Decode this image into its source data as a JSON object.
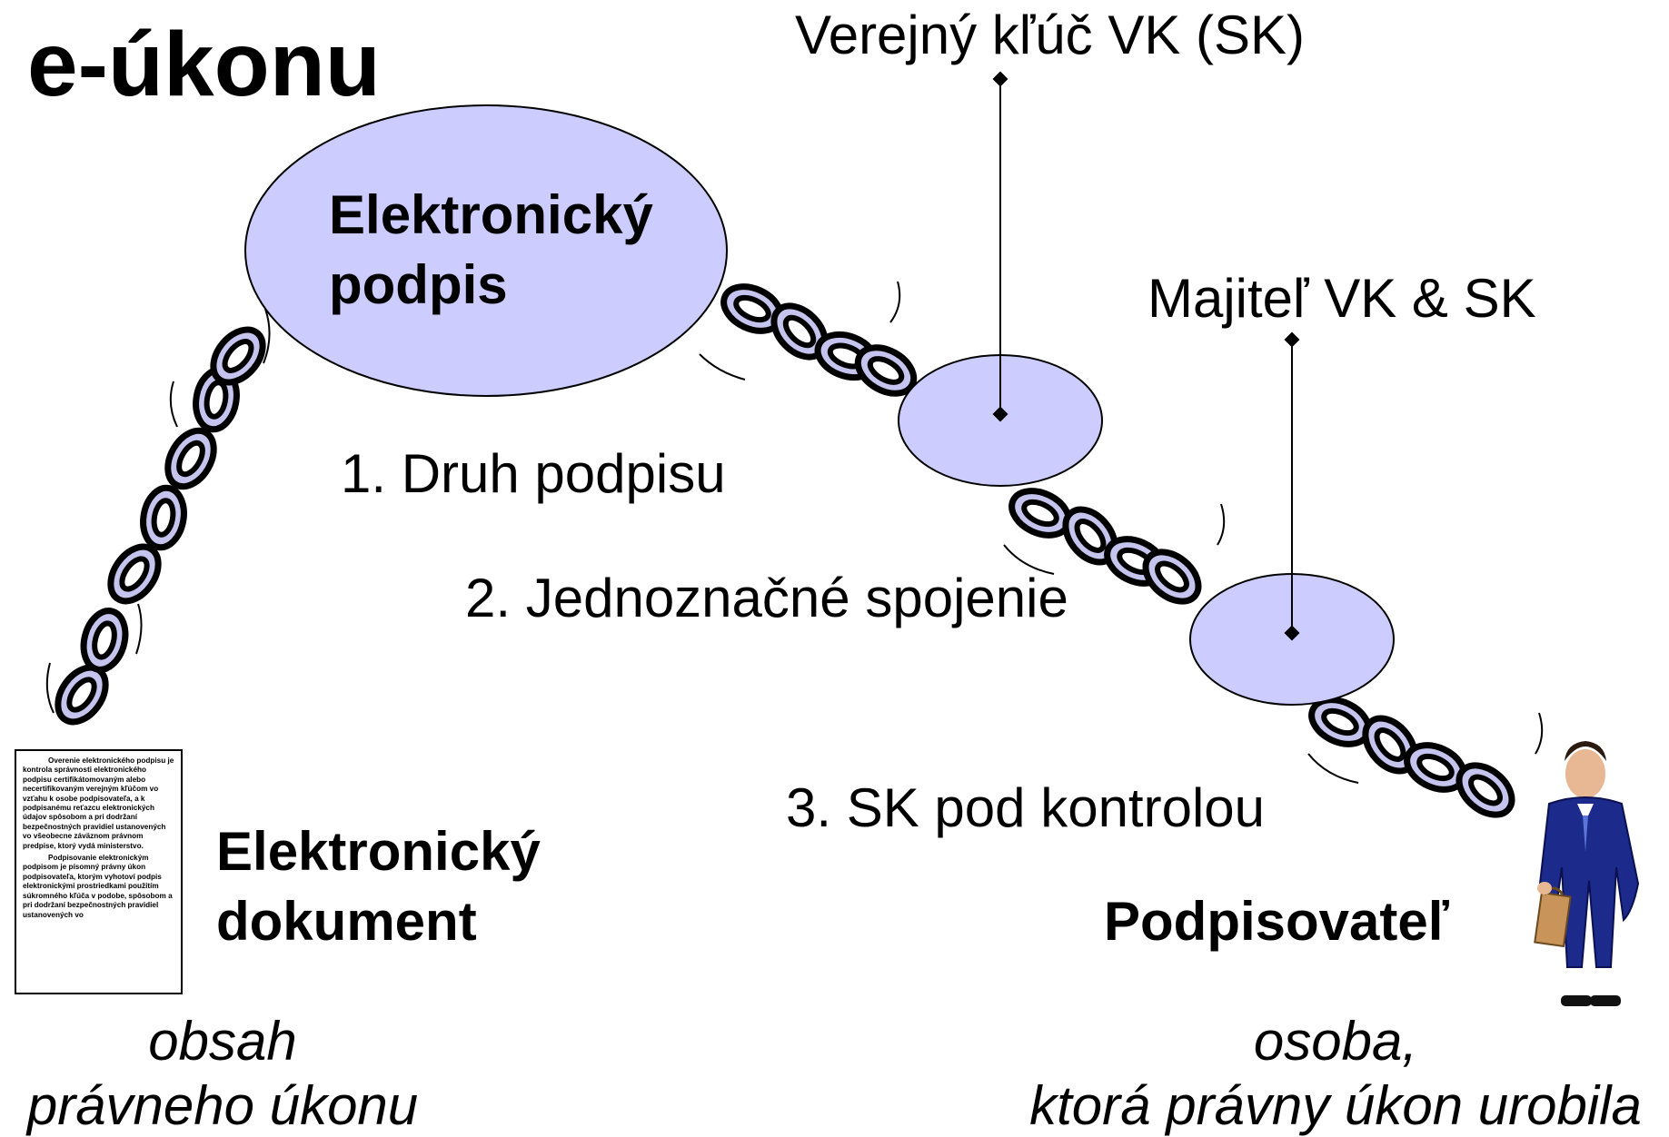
{
  "title": "e-úkonu",
  "labels": {
    "public_key": "Verejný kľúč VK (SK)",
    "owner": "Majiteľ VK & SK",
    "step1": "1. Druh podpisu",
    "step2": "2. Jednoznačné spojenie",
    "step3": "3. SK pod kontrolou"
  },
  "nodes": {
    "signature": {
      "line1": "Elektronický",
      "line2": "podpis"
    },
    "document": {
      "line1": "Elektronický",
      "line2": "dokument"
    },
    "signer": {
      "label": "Podpisovateľ"
    }
  },
  "captions": {
    "document": {
      "line1": "obsah",
      "line2": "právneho úkonu"
    },
    "signer": {
      "line1": "osoba,",
      "line2": "ktorá právny úkon urobila"
    }
  },
  "document_text": {
    "p1": "Overenie elektronického podpisu je kontrola správnosti elektronického podpisu certifikátomovaným alebo necertifikovaným verejným kľúčom vo vzťahu k osobe podpisovateľa, a k podpisanému reťazcu elektronických údajov spôsobom a pri dodržaní bezpečnostných pravidiel ustanovených vo všeobecne záväznom právnom predpise, ktorý vydá ministerstvo.",
    "p2": "Podpisovanie elektronickým podpisom je písomný právny úkon podpisovateľa, ktorým vyhotoví podpis elektronickými prostriedkami použitím súkromného kľúča v podobe, spôsobom a pri dodržaní bezpečnostných pravidiel ustanovených vo"
  },
  "colors": {
    "ellipse_fill": "#ccccff",
    "chain_fill": "#c4c4ee",
    "suit": "#1c2a8c",
    "briefcase": "#c8945a"
  },
  "icons": [
    "chain-icon",
    "person-icon",
    "document-icon"
  ]
}
